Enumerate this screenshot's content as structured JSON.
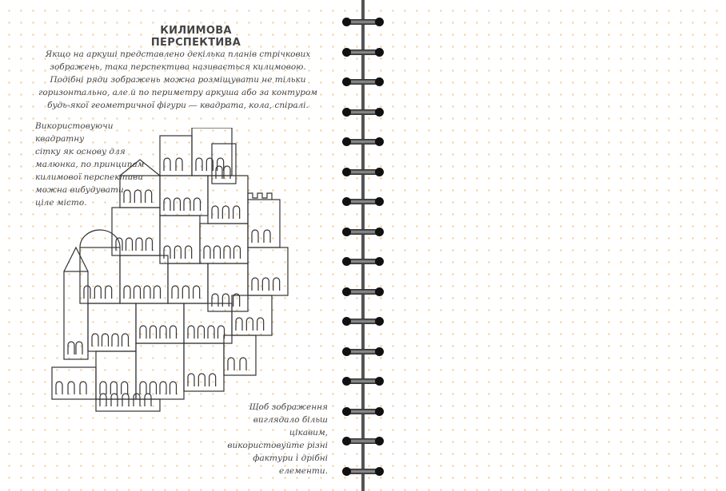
{
  "page": {
    "title": "КИЛИМОВА ПЕРСПЕКТИВА",
    "intro": "Якщо на аркуші представлено декілька планів стрічкових зображень, така перспектива називається килимовою. Подібні ряди зображень можна розміщувати не тільки горизонтально, але й по периметру аркуша або за контуром будь-якої геометричної фігури — квадрата, кола, спіралі.",
    "side_note": "Використовуючи квадратну\nсітку як основу для\nмалюнка, по принципам\nкилимової перспективи\nможна вибудувати\nціле місто.",
    "bottom_note": "Щоб зображення\nвиглядало більш цікавим,\nвикористовуйте різні\nфактури і дрібні елементи.",
    "illustration": "city-drawing"
  },
  "colors": {
    "grid_dots": "#f6c58a",
    "text": "#444444",
    "spiral": "#333333"
  },
  "binding": {
    "rings": 16
  }
}
